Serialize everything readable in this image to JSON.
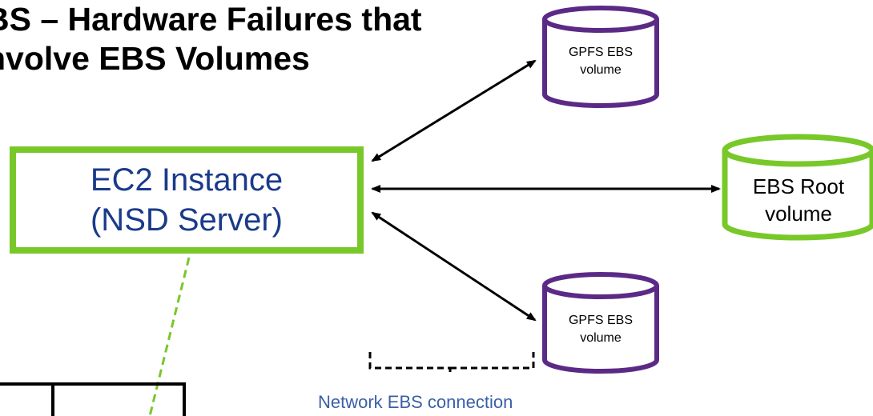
{
  "title": {
    "line1": "BS – Hardware Failures that",
    "line2": "nvolve EBS Volumes"
  },
  "ec2": {
    "line1": "EC2 Instance",
    "line2": "(NSD Server)"
  },
  "volumes": {
    "gpfs_top": {
      "line1": "GPFS EBS",
      "line2": "volume"
    },
    "root": {
      "line1": "EBS Root",
      "line2": "volume"
    },
    "gpfs_bottom": {
      "line1": "GPFS EBS",
      "line2": "volume"
    }
  },
  "network_label": "Network EBS connection",
  "colors": {
    "gpfs_volume_border": "#5b2a86",
    "root_volume_border": "#78c82a",
    "ec2_border": "#78c82a",
    "ec2_text": "#1a3a8a",
    "network_label": "#3a5fa8"
  }
}
